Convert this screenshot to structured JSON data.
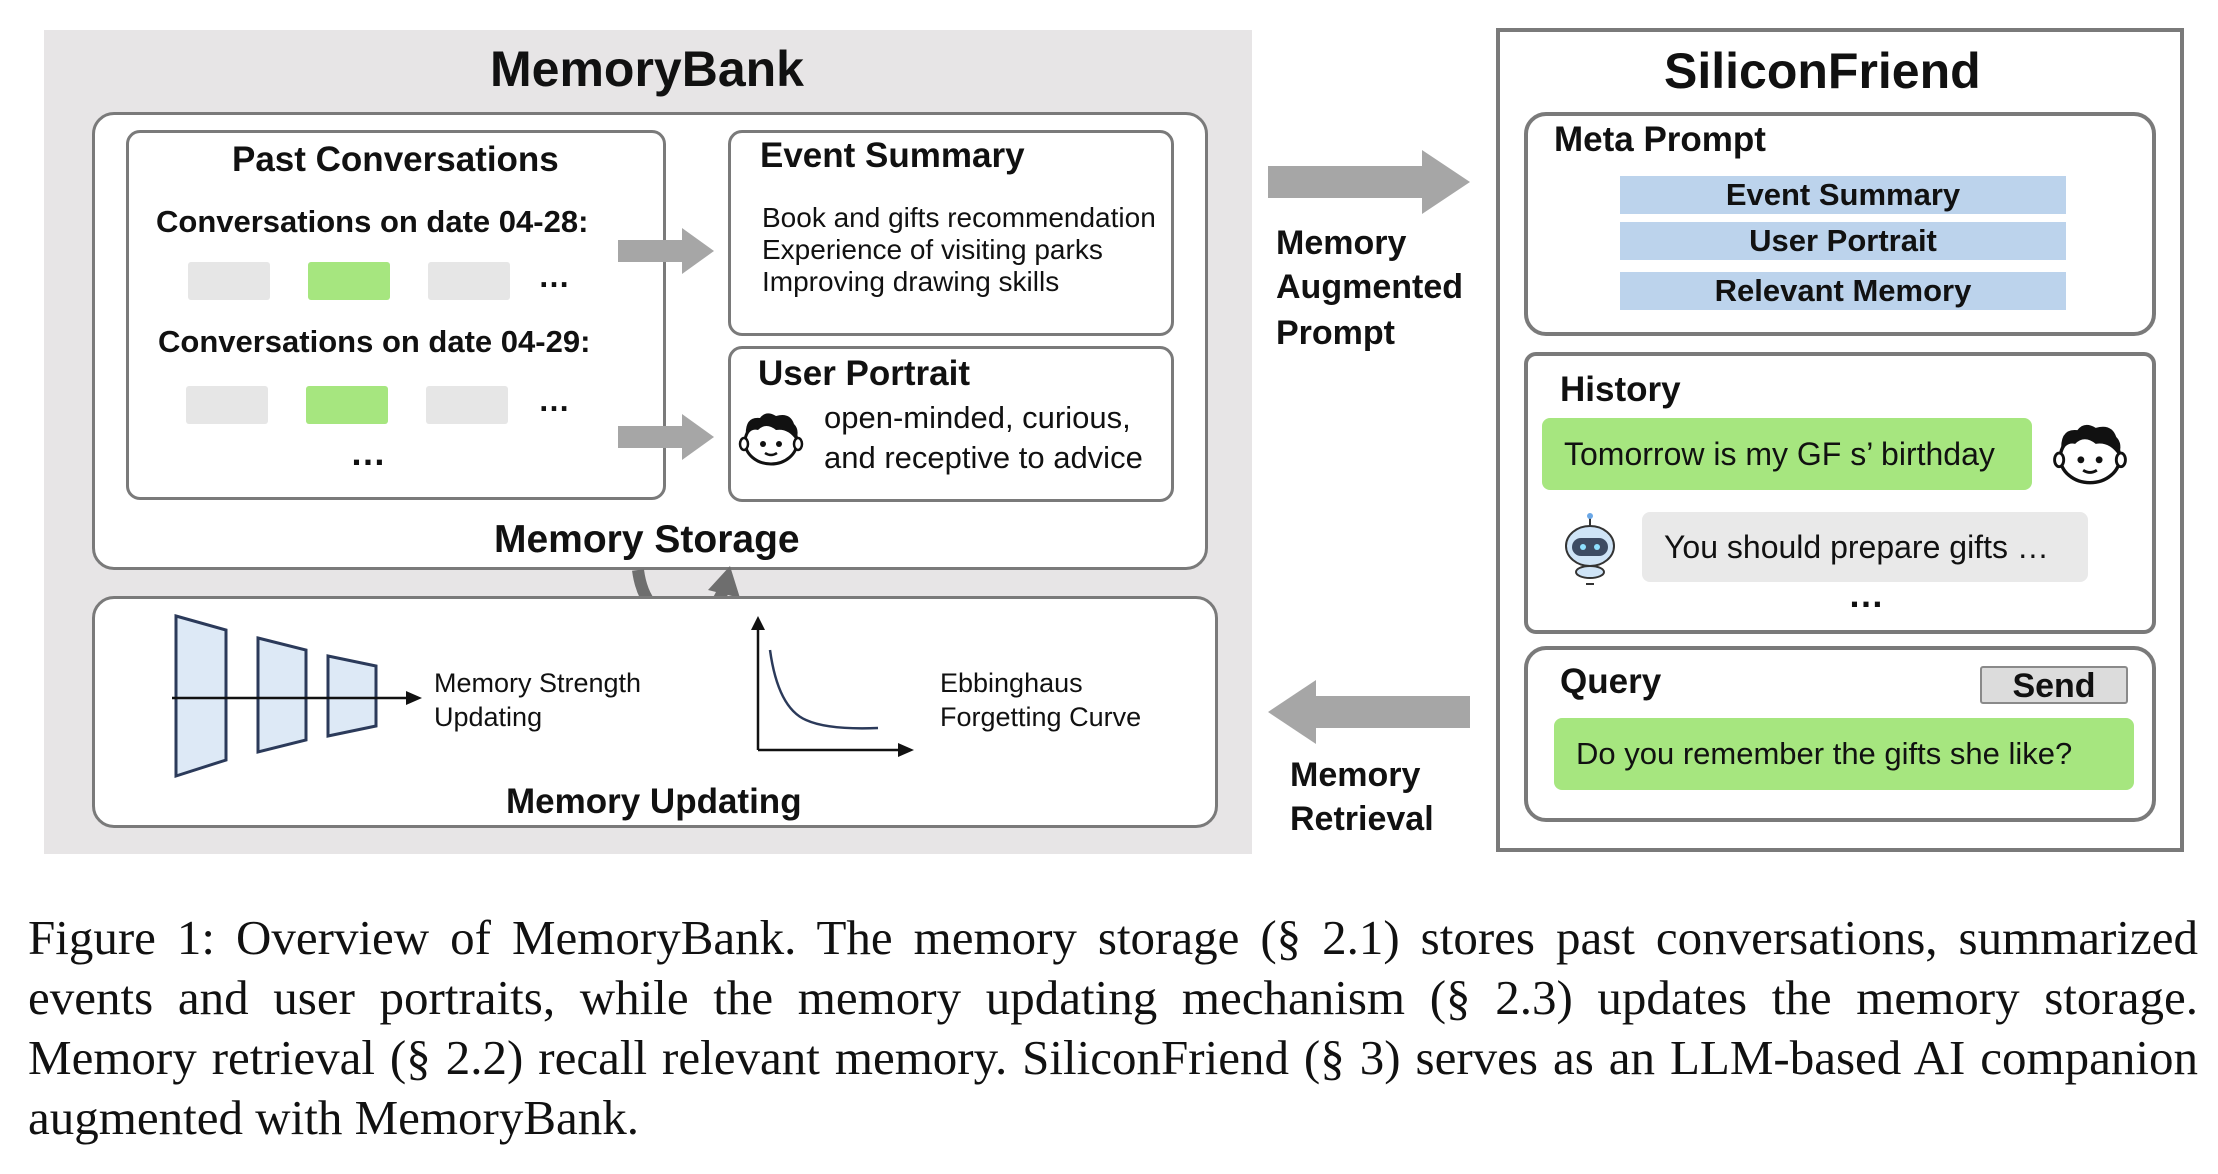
{
  "memorybank": {
    "title": "MemoryBank",
    "storage": {
      "label": "Memory Storage",
      "past_conversations": {
        "title": "Past Conversations",
        "dates": [
          "Conversations on date 04-28:",
          "Conversations on date 04-29:"
        ],
        "more": "…",
        "more_rows": "…"
      },
      "event_summary": {
        "title": "Event Summary",
        "items": [
          "Book and gifts recommendation",
          "Experience of visiting parks",
          "Improving drawing skills"
        ]
      },
      "user_portrait": {
        "title": "User Portrait",
        "lines": [
          "open-minded, curious,",
          "and receptive to advice"
        ]
      }
    },
    "updating": {
      "label": "Memory Updating",
      "strength": [
        "Memory Strength",
        "Updating"
      ],
      "curve": [
        "Ebbinghaus",
        "Forgetting Curve"
      ]
    }
  },
  "arrows": {
    "augmented": [
      "Memory",
      "Augmented",
      "Prompt"
    ],
    "retrieval": [
      "Memory",
      "Retrieval"
    ]
  },
  "siliconfriend": {
    "title": "SiliconFriend",
    "meta_prompt": {
      "title": "Meta Prompt",
      "items": [
        "Event Summary",
        "User Portrait",
        "Relevant Memory"
      ]
    },
    "history": {
      "title": "History",
      "user_msg": "Tomorrow is my GF s’ birthday",
      "bot_msg": "You should prepare gifts …",
      "more": "…"
    },
    "query": {
      "title": "Query",
      "send": "Send",
      "input": "Do you remember the gifts she like?"
    }
  },
  "colors": {
    "panel_bg": "#e7e5e6",
    "border": "#7a7a7a",
    "green": "#a6e67f",
    "blue": "#bcd3ec",
    "arrow": "#a6a6a6"
  },
  "caption": "Figure 1: Overview of MemoryBank. The memory storage (§ 2.1) stores past conversations, summarized events and user portraits, while the memory updating mechanism (§ 2.3) updates the memory storage. Memory retrieval (§ 2.2) recall relevant memory. SiliconFriend (§ 3) serves as an LLM-based AI companion augmented with MemoryBank."
}
